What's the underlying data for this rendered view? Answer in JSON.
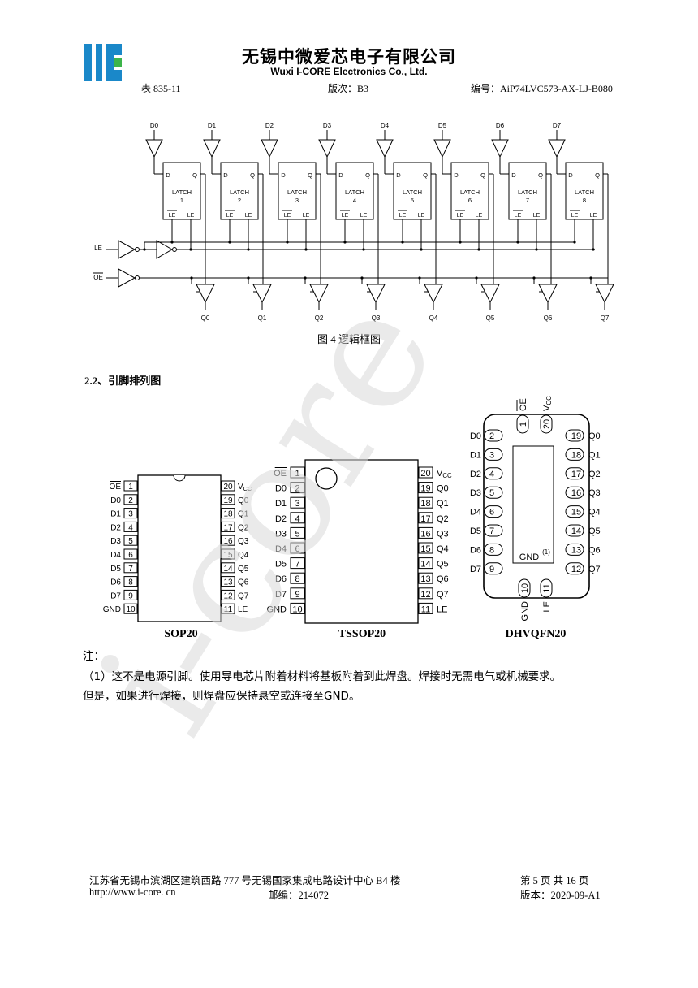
{
  "header": {
    "company_cn": "无锡中微爱芯电子有限公司",
    "company_en": "Wuxi I-CORE Electronics Co., Ltd.",
    "form_no": "表 835-11",
    "version": "版次：B3",
    "doc_no": "编号：AiP74LVC573-AX-LJ-B080",
    "logo_color": "#1a88c9",
    "logo_accent": "#3cb44a"
  },
  "logic_diagram": {
    "inputs": [
      "D0",
      "D1",
      "D2",
      "D3",
      "D4",
      "D5",
      "D6",
      "D7"
    ],
    "outputs": [
      "Q0",
      "Q1",
      "Q2",
      "Q3",
      "Q4",
      "Q5",
      "Q6",
      "Q7"
    ],
    "latch_title": "LATCH",
    "latch_numbers": [
      "1",
      "2",
      "3",
      "4",
      "5",
      "6",
      "7",
      "8"
    ],
    "pin_d": "D",
    "pin_q": "Q",
    "pin_le_bar": "LE",
    "pin_le": "LE",
    "le_label": "LE",
    "oe_label": "OE",
    "caption": "图 4  逻辑框图"
  },
  "section_title": "2.2、引脚排列图",
  "packages": {
    "sop": {
      "name": "SOP20",
      "left_pins": [
        {
          "num": "1",
          "name": "OE"
        },
        {
          "num": "2",
          "name": "D0"
        },
        {
          "num": "3",
          "name": "D1"
        },
        {
          "num": "4",
          "name": "D2"
        },
        {
          "num": "5",
          "name": "D3"
        },
        {
          "num": "6",
          "name": "D4"
        },
        {
          "num": "7",
          "name": "D5"
        },
        {
          "num": "8",
          "name": "D6"
        },
        {
          "num": "9",
          "name": "D7"
        },
        {
          "num": "10",
          "name": "GND"
        }
      ],
      "right_pins": [
        {
          "num": "20",
          "name": "VCC"
        },
        {
          "num": "19",
          "name": "Q0"
        },
        {
          "num": "18",
          "name": "Q1"
        },
        {
          "num": "17",
          "name": "Q2"
        },
        {
          "num": "16",
          "name": "Q3"
        },
        {
          "num": "15",
          "name": "Q4"
        },
        {
          "num": "14",
          "name": "Q5"
        },
        {
          "num": "13",
          "name": "Q6"
        },
        {
          "num": "12",
          "name": "Q7"
        },
        {
          "num": "11",
          "name": "LE"
        }
      ]
    },
    "tssop": {
      "name": "TSSOP20",
      "left_pins": [
        {
          "num": "1",
          "name": "OE"
        },
        {
          "num": "2",
          "name": "D0"
        },
        {
          "num": "3",
          "name": "D1"
        },
        {
          "num": "4",
          "name": "D2"
        },
        {
          "num": "5",
          "name": "D3"
        },
        {
          "num": "6",
          "name": "D4"
        },
        {
          "num": "7",
          "name": "D5"
        },
        {
          "num": "8",
          "name": "D6"
        },
        {
          "num": "9",
          "name": "D7"
        },
        {
          "num": "10",
          "name": "GND"
        }
      ],
      "right_pins": [
        {
          "num": "20",
          "name": "VCC"
        },
        {
          "num": "19",
          "name": "Q0"
        },
        {
          "num": "18",
          "name": "Q1"
        },
        {
          "num": "17",
          "name": "Q2"
        },
        {
          "num": "16",
          "name": "Q3"
        },
        {
          "num": "15",
          "name": "Q4"
        },
        {
          "num": "14",
          "name": "Q5"
        },
        {
          "num": "13",
          "name": "Q6"
        },
        {
          "num": "12",
          "name": "Q7"
        },
        {
          "num": "11",
          "name": "LE"
        }
      ]
    },
    "qfn": {
      "name": "DHVQFN20",
      "top_pins": [
        {
          "num": "1",
          "name": "OE"
        },
        {
          "num": "20",
          "name": "VCC"
        }
      ],
      "left_pins": [
        {
          "num": "2",
          "name": "D0"
        },
        {
          "num": "3",
          "name": "D1"
        },
        {
          "num": "4",
          "name": "D2"
        },
        {
          "num": "5",
          "name": "D3"
        },
        {
          "num": "6",
          "name": "D4"
        },
        {
          "num": "7",
          "name": "D5"
        },
        {
          "num": "8",
          "name": "D6"
        },
        {
          "num": "9",
          "name": "D7"
        }
      ],
      "right_pins": [
        {
          "num": "19",
          "name": "Q0"
        },
        {
          "num": "18",
          "name": "Q1"
        },
        {
          "num": "17",
          "name": "Q2"
        },
        {
          "num": "16",
          "name": "Q3"
        },
        {
          "num": "15",
          "name": "Q4"
        },
        {
          "num": "14",
          "name": "Q5"
        },
        {
          "num": "13",
          "name": "Q6"
        },
        {
          "num": "12",
          "name": "Q7"
        }
      ],
      "bottom_pins": [
        {
          "num": "10",
          "name": "GND"
        },
        {
          "num": "11",
          "name": "LE"
        }
      ],
      "pad_label": "GND",
      "pad_note": "(1)"
    }
  },
  "notes": {
    "heading": "注：",
    "line1": "（1）这不是电源引脚。使用导电芯片附着材料将基板附着到此焊盘。焊接时无需电气或机械要求。",
    "line2": "但是，如果进行焊接，则焊盘应保持悬空或连接至GND。"
  },
  "watermark": "i-core",
  "footer": {
    "address": "江苏省无锡市滨湖区建筑西路 777 号无锡国家集成电路设计中心 B4 楼",
    "page": "第 5 页 共 16 页",
    "website": "http://www.i-core. cn",
    "postcode": "邮编：214072",
    "release": "版本：2020-09-A1"
  }
}
